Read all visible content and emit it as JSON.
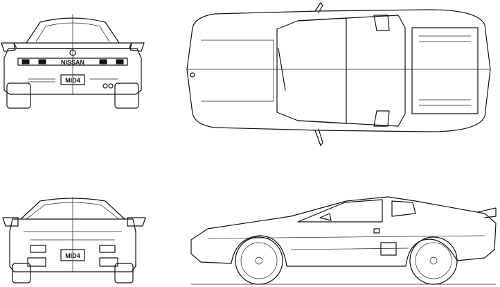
{
  "views": {
    "rear": {
      "badge": "NISSAN",
      "plate": "MID4"
    },
    "front": {
      "plate": "MID4"
    }
  }
}
